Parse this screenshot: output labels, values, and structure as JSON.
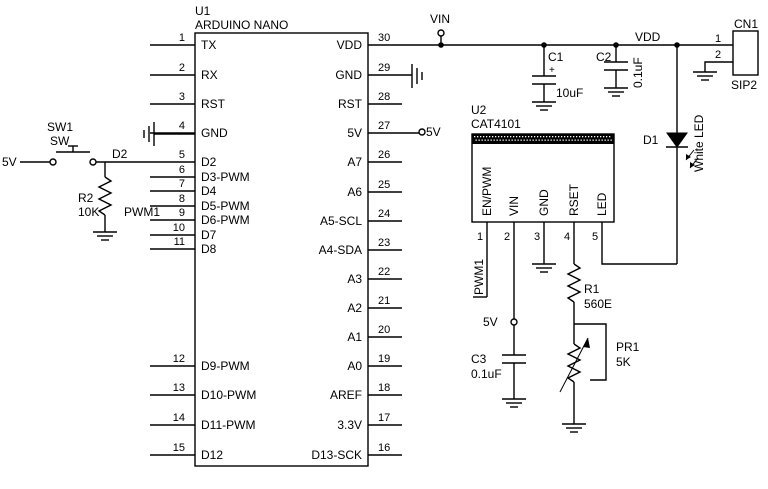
{
  "u1": {
    "ref": "U1",
    "part": "ARDUINO NANO",
    "left_pins": [
      {
        "num": "1",
        "name": "TX"
      },
      {
        "num": "2",
        "name": "RX"
      },
      {
        "num": "3",
        "name": "RST"
      },
      {
        "num": "4",
        "name": "GND"
      },
      {
        "num": "5",
        "name": "D2"
      },
      {
        "num": "6",
        "name": "D3-PWM"
      },
      {
        "num": "7",
        "name": "D4"
      },
      {
        "num": "8",
        "name": "D5-PWM"
      },
      {
        "num": "9",
        "name": "D6-PWM"
      },
      {
        "num": "10",
        "name": "D7"
      },
      {
        "num": "11",
        "name": "D8"
      },
      {
        "num": "12",
        "name": "D9-PWM"
      },
      {
        "num": "13",
        "name": "D10-PWM"
      },
      {
        "num": "14",
        "name": "D11-PWM"
      },
      {
        "num": "15",
        "name": "D12"
      }
    ],
    "right_pins": [
      {
        "num": "30",
        "name": "VDD"
      },
      {
        "num": "29",
        "name": "GND"
      },
      {
        "num": "28",
        "name": "RST"
      },
      {
        "num": "27",
        "name": "5V"
      },
      {
        "num": "26",
        "name": "A7"
      },
      {
        "num": "25",
        "name": "A6"
      },
      {
        "num": "24",
        "name": "A5-SCL"
      },
      {
        "num": "23",
        "name": "A4-SDA"
      },
      {
        "num": "22",
        "name": "A3"
      },
      {
        "num": "21",
        "name": "A2"
      },
      {
        "num": "20",
        "name": "A1"
      },
      {
        "num": "19",
        "name": "A0"
      },
      {
        "num": "18",
        "name": "AREF"
      },
      {
        "num": "17",
        "name": "3.3V"
      },
      {
        "num": "16",
        "name": "D13-SCK"
      }
    ]
  },
  "u2": {
    "ref": "U2",
    "part": "CAT4101",
    "pins": [
      {
        "num": "1",
        "name": "EN/PWM"
      },
      {
        "num": "2",
        "name": "VIN"
      },
      {
        "num": "3",
        "name": "GND"
      },
      {
        "num": "4",
        "name": "RSET"
      },
      {
        "num": "5",
        "name": "LED"
      }
    ]
  },
  "sw1": {
    "ref": "SW1",
    "type": "SW"
  },
  "r2": {
    "ref": "R2",
    "value": "10K"
  },
  "r1": {
    "ref": "R1",
    "value": "560E"
  },
  "pr1": {
    "ref": "PR1",
    "value": "5K"
  },
  "c1": {
    "ref": "C1",
    "value": "10uF",
    "polarity": "+"
  },
  "c2": {
    "ref": "C2",
    "value": "0.1uF"
  },
  "c3": {
    "ref": "C3",
    "value": "0.1uF"
  },
  "d1": {
    "ref": "D1",
    "value": "White LED"
  },
  "cn1": {
    "ref": "CN1",
    "type": "SIP2",
    "pin1": "1",
    "pin2": "2"
  },
  "nets": {
    "vin": "VIN",
    "vdd": "VDD",
    "fivev_u1": "5V",
    "fivev_sw": "5V",
    "fivev_c3": "5V",
    "d2": "D2",
    "pwm1_left": "PWM1",
    "pwm1_u2": "PWM1"
  }
}
